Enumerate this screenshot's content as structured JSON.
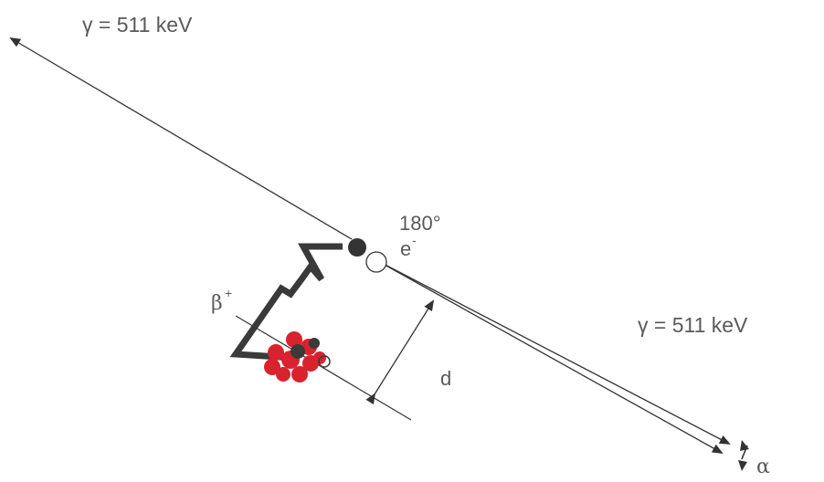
{
  "labels": {
    "gamma_upper": "γ = 511 keV",
    "gamma_lower": "γ = 511 keV",
    "angle": "180°",
    "electron": "e",
    "electron_sup": "-",
    "beta": "β",
    "beta_sup": "+",
    "distance": "d",
    "deviation": "α"
  },
  "colors": {
    "line": "#333333",
    "text": "#5a5a5a",
    "nucleus": "#d8232f",
    "nucleus_dark": "#333333",
    "electron": "#333333",
    "positron": "#ffffff"
  }
}
